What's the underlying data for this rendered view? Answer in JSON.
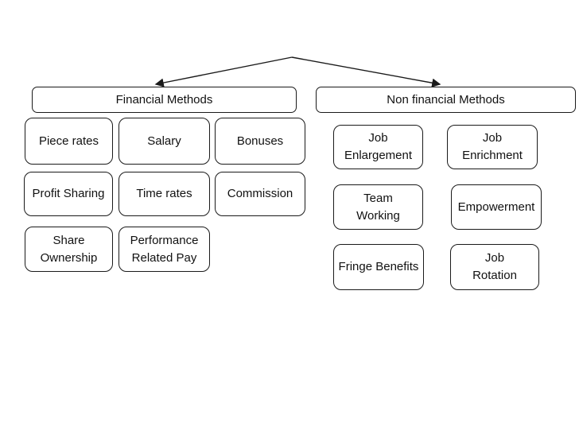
{
  "categories": {
    "financial": {
      "title": "Financial Methods",
      "items": [
        "Piece rates",
        "Salary",
        "Bonuses",
        "Profit Sharing",
        "Time rates",
        "Commission",
        "Share\nOwnership",
        "Performance\nRelated Pay"
      ]
    },
    "non_financial": {
      "title": "Non financial Methods",
      "items": [
        "Job\nEnlargement",
        "Job\nEnrichment",
        "Team\nWorking",
        "Empowerment",
        "Fringe Benefits",
        "Job\nRotation"
      ]
    }
  },
  "colors": {
    "line": "#1a1a1a",
    "box_border": "#1a1a1a",
    "background": "#ffffff"
  }
}
